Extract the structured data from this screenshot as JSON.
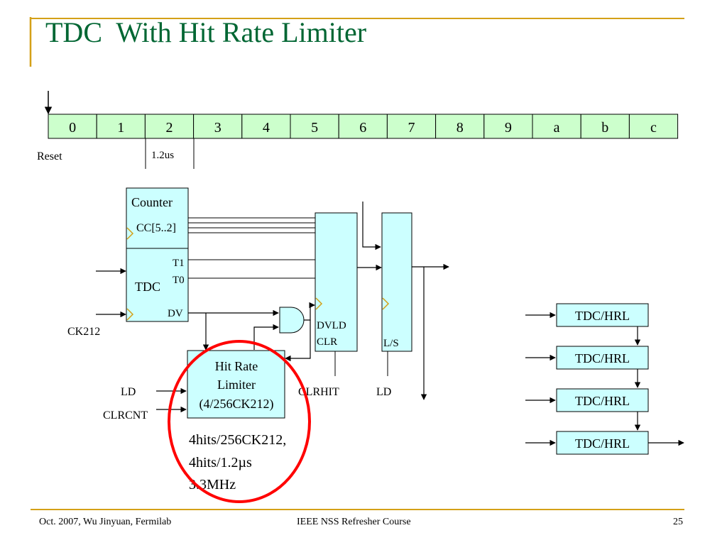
{
  "slide": {
    "title": "TDC  With Hit Rate Limiter",
    "footer_left": "Oct. 2007, Wu Jinyuan, Fermilab",
    "footer_center": "IEEE NSS Refresher Course",
    "footer_right": "25"
  },
  "colors": {
    "title": "#006633",
    "accent_gold": "#d4a017",
    "box_fill": "#ccffff",
    "box_stroke": "#000000",
    "highlight_circle": "#ff0000"
  },
  "timeline": {
    "cells": [
      "0",
      "1",
      "2",
      "3",
      "4",
      "5",
      "6",
      "7",
      "8",
      "9",
      "a",
      "b",
      "c"
    ],
    "label_reset": "Reset",
    "label_interval": "1.2us"
  },
  "counter_block": {
    "title": "Counter",
    "output": "CC[5..2]"
  },
  "tdc_block": {
    "title": "TDC",
    "out_t1": "T1",
    "out_t0": "T0",
    "out_dv": "DV",
    "clock_label": "CK212"
  },
  "dvld_block": {
    "label_dvld": "DVLD",
    "label_clr": "CLR",
    "input_label": "CLRHIT"
  },
  "ls_block": {
    "label": "L/S",
    "input_label": "LD"
  },
  "hrl_block": {
    "line1": "Hit Rate",
    "line2": "Limiter",
    "line3": "(4/256CK212)",
    "input_ld": "LD",
    "input_clrcnt": "CLRCNT"
  },
  "annotation": {
    "line1": "4hits/256CK212,",
    "line2": "4hits/1.2µs",
    "line3": "3.3MHz"
  },
  "chain": {
    "labels": [
      "TDC/HRL",
      "TDC/HRL",
      "TDC/HRL",
      "TDC/HRL"
    ]
  }
}
